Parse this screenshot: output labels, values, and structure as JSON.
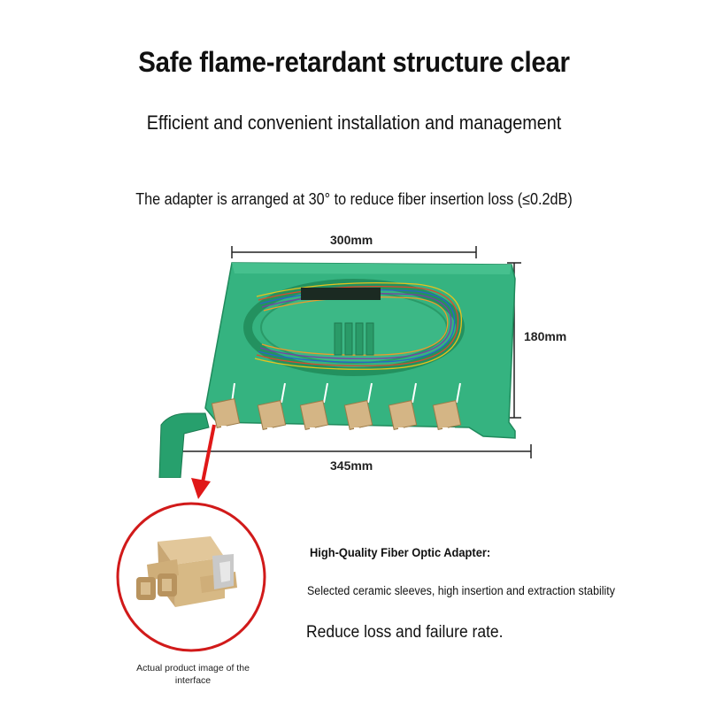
{
  "headline": "Safe flame-retardant structure clear",
  "subheadline": "Efficient and convenient installation and management",
  "caption": "The adapter is arranged at 30° to reduce fiber insertion loss (≤0.2dB)",
  "dimensions": {
    "top_width": "300mm",
    "height": "180mm",
    "bottom_width": "345mm"
  },
  "adapter": {
    "title": "High-Quality Fiber Optic Adapter:",
    "description": "Selected ceramic sleeves, high insertion and extraction stability",
    "emphasis": "Reduce loss and failure rate.",
    "image_note": "Actual product image of the interface"
  },
  "colors": {
    "tray": "#2fae7a",
    "tray_dark": "#1f8a5c",
    "adapter": "#d7b98a",
    "arrow": "#e01818"
  }
}
